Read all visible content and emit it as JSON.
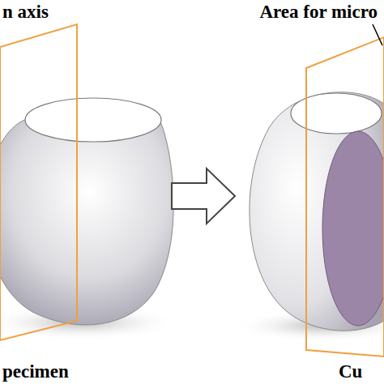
{
  "diagram": {
    "labels": [
      "n axis",
      "Area for micro",
      "pecimen",
      "Cu"
    ]
  }
}
